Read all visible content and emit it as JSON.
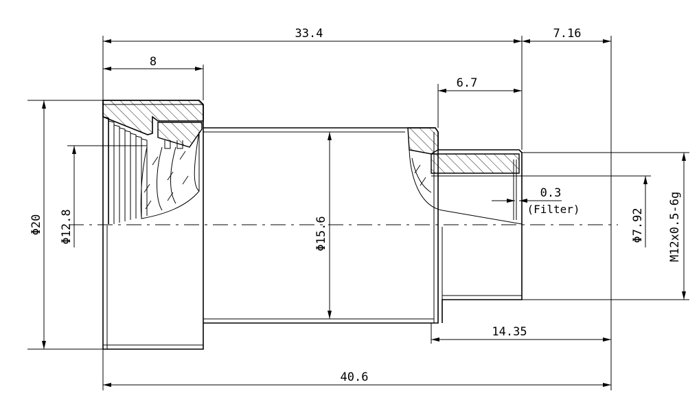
{
  "dimensions": {
    "overall_top": "33.4",
    "right_offset": "7.16",
    "nut_width": "8",
    "step_width": "6.7",
    "outer_dia": "Φ20",
    "inner_dia": "Φ12.8",
    "body_dia": "Φ15.6",
    "filter_value": "0.3",
    "filter_label": "(Filter)",
    "bore_dia": "Φ7.92",
    "thread": "M12x0.5-6g",
    "thread_length": "14.35",
    "overall_length": "40.6"
  }
}
